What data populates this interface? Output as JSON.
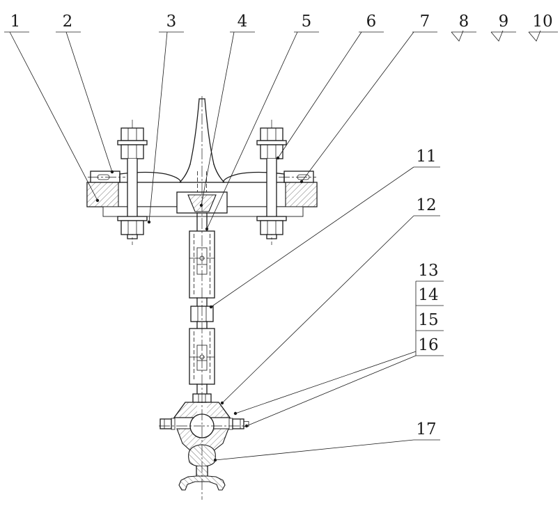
{
  "colors": {
    "background": "#ffffff",
    "line": "#1a1a1a"
  },
  "drawing_type": "mechanical-assembly-section",
  "callouts": [
    {
      "label": "1"
    },
    {
      "label": "2"
    },
    {
      "label": "3"
    },
    {
      "label": "4"
    },
    {
      "label": "5"
    },
    {
      "label": "6"
    },
    {
      "label": "7"
    },
    {
      "label": "8"
    },
    {
      "label": "9"
    },
    {
      "label": "10"
    },
    {
      "label": "11"
    },
    {
      "label": "12"
    },
    {
      "label": "13"
    },
    {
      "label": "14"
    },
    {
      "label": "15"
    },
    {
      "label": "16"
    },
    {
      "label": "17"
    }
  ]
}
